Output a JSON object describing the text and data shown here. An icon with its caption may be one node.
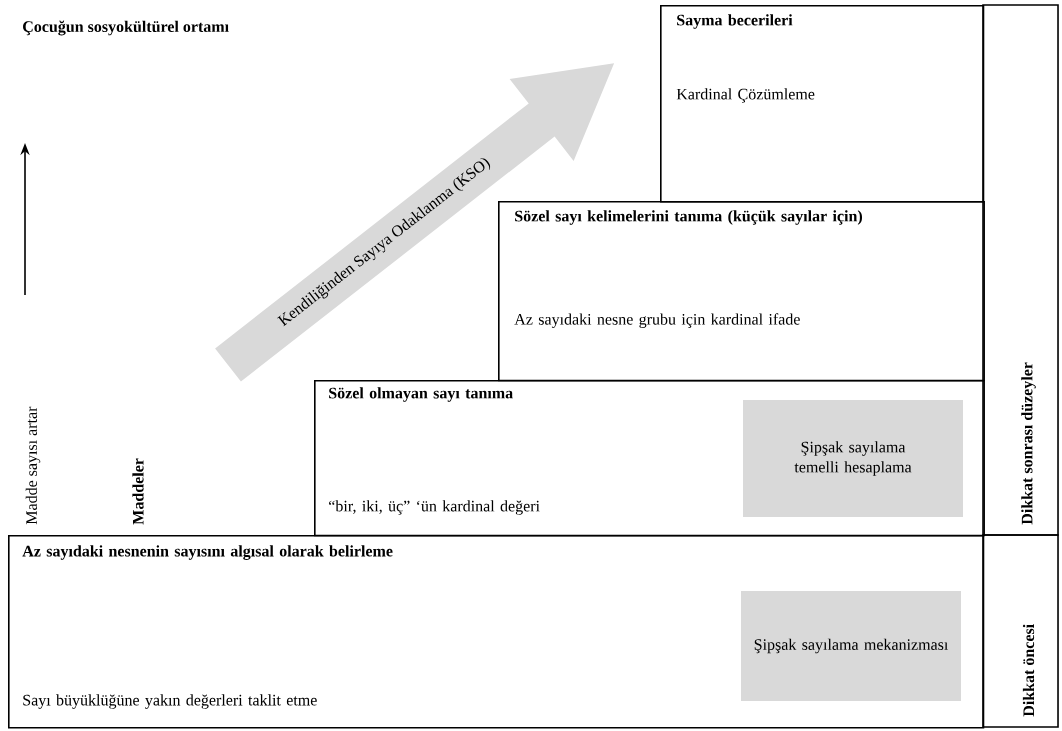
{
  "diagram": {
    "nodes": [
      {
        "text": [
          "Sayma becerileri",
          "Kardinal Çözümleme"
        ]
      },
      {
        "text": [
          "Sözel sayı kelimelerini tanıma (küçük sayılar için)",
          "Az sayıdaki nesne grubu için kardinal ifade"
        ]
      },
      {
        "text": [
          "Sözel olmayan sayı tanıma",
          "“bir, iki, üç” ‘ün kardinal değeri"
        ]
      },
      {
        "text": [
          "Şipşak sayılama temelli hesaplama"
        ],
        "in": 2
      },
      {
        "text": [
          "Az sayıdaki nesnenin sayısını algısal olarak belirleme",
          "Sayı büyüklüğüne yakın değerleri taklit etme"
        ]
      },
      {
        "text": [
          "Şipşak sayılama mekanizması"
        ],
        "in": 4
      },
      {
        "text": [
          "Dikkat sonrası düzeyler"
        ]
      },
      {
        "text": [
          "Dikkat öncesi"
        ]
      },
      {
        "text": [
          "Kendiliğinden Sayıya Odaklanma (KSO)"
        ]
      }
    ],
    "labels": [
      "Çocuğun sosyokültürel ortamı",
      "Madde sayısı artar",
      "Maddeler"
    ]
  }
}
